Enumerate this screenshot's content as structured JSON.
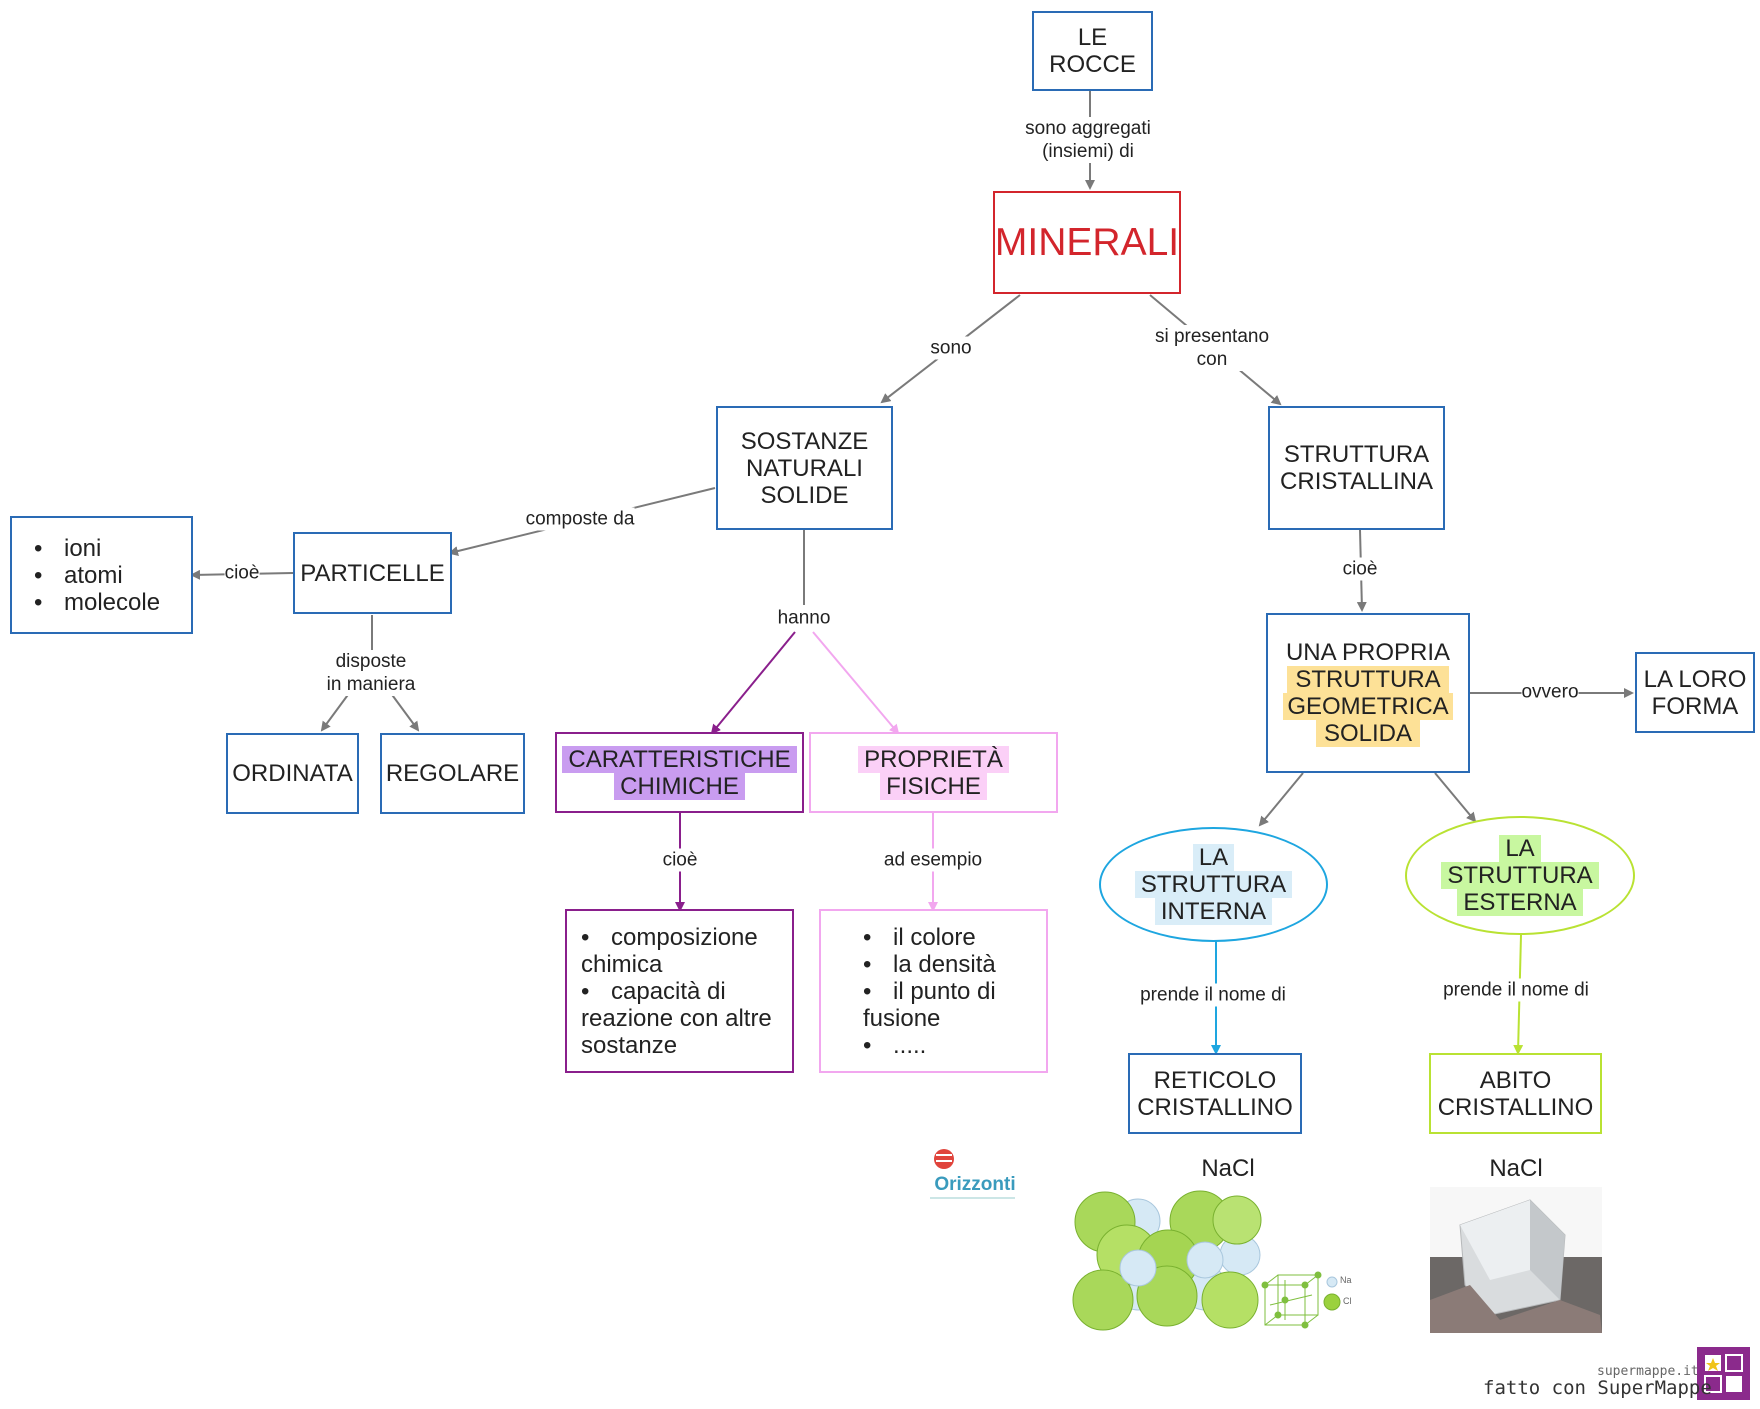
{
  "nodes": {
    "rocce": [
      "LE",
      "ROCCE"
    ],
    "minerali": "MINERALI",
    "sostanze": [
      "SOSTANZE",
      "NATURALI",
      "SOLIDE"
    ],
    "struttura_cristallina": [
      "STRUTTURA",
      "CRISTALLINA"
    ],
    "particelle": "PARTICELLE",
    "particelle_list": [
      "ioni",
      "atomi",
      "molecole"
    ],
    "ordinata": "ORDINATA",
    "regolare": "REGOLARE",
    "caratteristiche": [
      "CARATTERISTICHE",
      "CHIMICHE"
    ],
    "proprieta": [
      "PROPRIETÀ",
      "FISICHE"
    ],
    "chimiche_list": [
      "composizione",
      "chimica",
      "capacità di",
      "reazione con altre",
      "sostanze"
    ],
    "fisiche_list": [
      "il colore",
      "la densità",
      "il punto di",
      "fusione",
      "....."
    ],
    "propria": [
      "UNA PROPRIA",
      "STRUTTURA",
      "GEOMETRICA",
      "SOLIDA"
    ],
    "forma": [
      "LA LORO",
      "FORMA"
    ],
    "interna": [
      "LA",
      "STRUTTURA",
      "INTERNA"
    ],
    "esterna": [
      "LA",
      "STRUTTURA",
      "ESTERNA"
    ],
    "reticolo": [
      "RETICOLO",
      "CRISTALLINO"
    ],
    "abito": [
      "ABITO",
      "CRISTALLINO"
    ]
  },
  "links": {
    "sono_aggregati": [
      "sono aggregati",
      "(insiemi) di"
    ],
    "sono": "sono",
    "si_presentano": [
      "si presentano",
      "con"
    ],
    "composte_da": "composte da",
    "cioe": "cioè",
    "disposte": [
      "disposte",
      "in maniera"
    ],
    "hanno": "hanno",
    "ad_esempio": "ad esempio",
    "ovvero": "ovvero",
    "prende_nome": "prende il nome di"
  },
  "images": {
    "nacl_left": "NaCl",
    "nacl_right": "NaCl",
    "legend_na": "Na",
    "legend_cl": "Cl"
  },
  "logo": {
    "orizzonti": "Orizzonti"
  },
  "footer": {
    "url": "supermappe.it",
    "made_with": "fatto con SuperMappe"
  },
  "colors": {
    "link": "#7a7a7a",
    "purple": "#8a1f8c",
    "pink": "#f2a7ef",
    "cyan": "#1ea6e0",
    "lime": "#b9e233",
    "red": "#d3252c",
    "blue": "#2a6bb5"
  }
}
